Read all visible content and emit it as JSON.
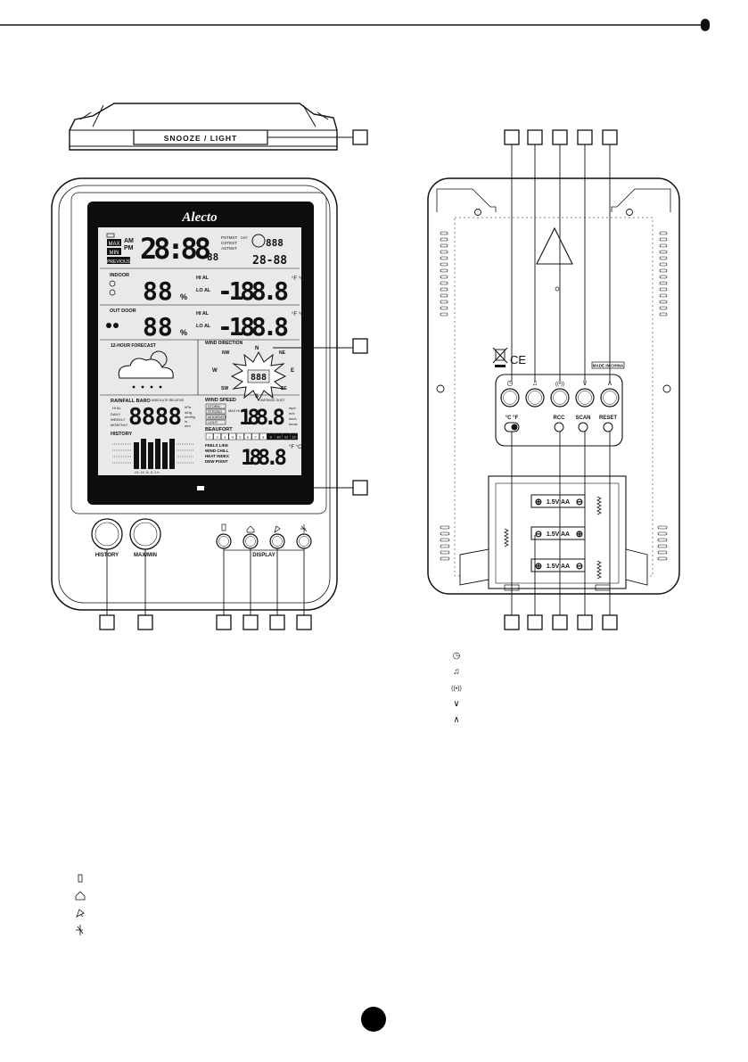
{
  "top_view": {
    "snooze_label": "SNOOZE / LIGHT"
  },
  "brand": "Alecto",
  "front_lcd": {
    "max": "MAX",
    "min": "MIN",
    "am": "AM",
    "pm": "PM",
    "previous": "PREVIOUS",
    "time": "28:88",
    "seconds": "88",
    "zone_list": [
      "PSTMST",
      "CSTEST",
      "ASTNST"
    ],
    "dst": "DST",
    "weekday": "888",
    "date": "28-88",
    "indoor": "INDOOR",
    "outdoor": "OUT DOOR",
    "humidity_value": "88",
    "pct": "%",
    "hi_al": "HI AL",
    "lo_al": "LO AL",
    "temp_value": "-188.8",
    "temp_units": "°F °C",
    "forecast": "12-HOUR FORECAST",
    "wind_direction": "WIND DIRECTION",
    "compass": [
      "N",
      "NE",
      "E",
      "SE",
      "S",
      "SW",
      "W",
      "NW"
    ],
    "compass_center": "888",
    "rainfall_baro": "RAINFALL BARO",
    "absolute_relative": "ABSOLUTE RELATIVE",
    "rain_periods": [
      "HI AL",
      "DAILY",
      "WEEKLY",
      "MONTHLY"
    ],
    "rain_value": "8888",
    "rain_units": [
      "hPa",
      "inHg",
      "mmHg",
      "in",
      "mm"
    ],
    "wind_speed": "WIND SPEED",
    "avg_gust": "AVERAGE GUST",
    "wind_levels": [
      "STORM",
      "STRONG",
      "MODERATE",
      "LIGHT"
    ],
    "max_hi_al": "MAX HI AL",
    "wind_value": "188.8",
    "wind_units": [
      "mph",
      "m/s",
      "km/h",
      "knots"
    ],
    "history": "HISTORY",
    "history_axis": "-24 -12 -6 -3 -1 h",
    "beaufort": "BEAUFORT",
    "beaufort_scale": [
      "1",
      "2",
      "3",
      "4",
      "5",
      "6",
      "7",
      "8",
      "9",
      "10",
      "11",
      "12"
    ],
    "feels_like": [
      "FEELS LIKE",
      "WIND CHILL",
      "HEAT INDEX",
      "DEW POINT"
    ],
    "feels_value": "188.8",
    "feels_units": "°F °C"
  },
  "front_buttons": {
    "history": "HISTORY",
    "maxmin": "MAX/MIN",
    "display": "DISPLAY"
  },
  "back": {
    "made_in": "MADE IN CHINA",
    "ce": "CE",
    "button_glyphs": [
      "◷",
      "♫",
      "((•))",
      "∨",
      "∧"
    ],
    "unit_switch": "°C °F",
    "rcc": "RCC",
    "scan": "SCAN",
    "reset": "RESET",
    "battery_label": "1.5V AA"
  },
  "legend_back": [
    "◷",
    "♫",
    "((•))",
    "∨",
    "∧"
  ],
  "legend_front": [
    "front-icon-1",
    "front-icon-2",
    "front-icon-3",
    "front-icon-4"
  ],
  "colors": {
    "ink": "#111111",
    "lcd_frame": "#0d0d0d",
    "lcd_glass": "#e9e9e9",
    "page_dot": "#000000"
  }
}
